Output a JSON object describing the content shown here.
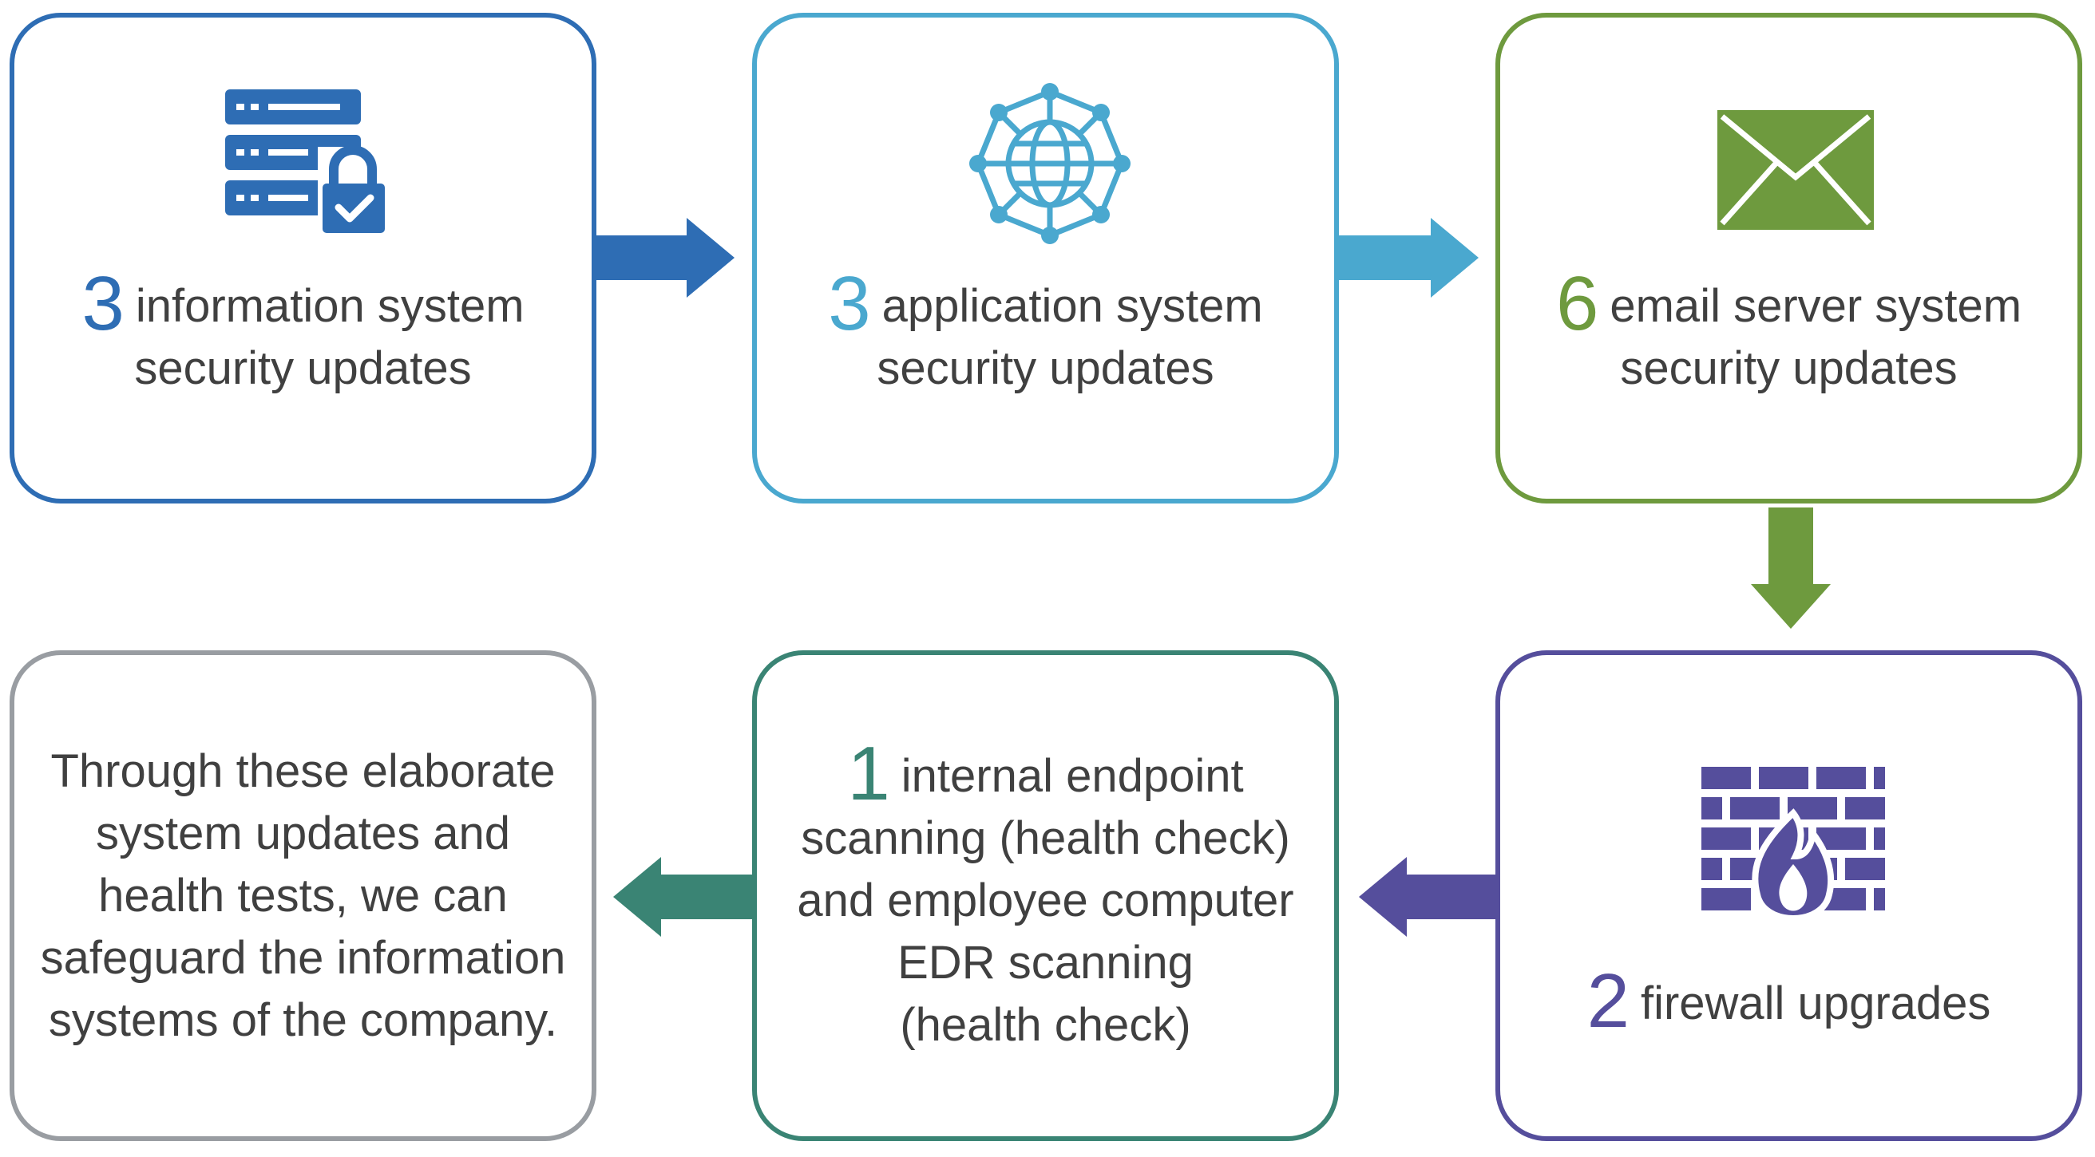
{
  "steps": [
    {
      "number": "3",
      "line1": "information system",
      "line2": "security updates",
      "color": "#2e6db4",
      "icon": "server-lock-icon"
    },
    {
      "number": "3",
      "line1": "application system",
      "line2": "security updates",
      "color": "#4aa8cf",
      "icon": "globe-network-icon"
    },
    {
      "number": "6",
      "line1": "email server system",
      "line2": "security updates",
      "color": "#6e9a3e",
      "icon": "envelope-icon"
    },
    {
      "number": "2",
      "line1": "firewall upgrades",
      "color": "#554e9c",
      "icon": "firewall-icon"
    },
    {
      "number": "1",
      "line1": "internal endpoint",
      "line2": "scanning (health check)",
      "line3": "and employee computer",
      "line4": "EDR scanning",
      "line5": "(health check)",
      "color": "#3a8474",
      "icon": ""
    }
  ],
  "closing": {
    "text": "Through these elaborate system updates and health tests, we can safeguard the information systems of the company.",
    "color": "#999da2"
  }
}
